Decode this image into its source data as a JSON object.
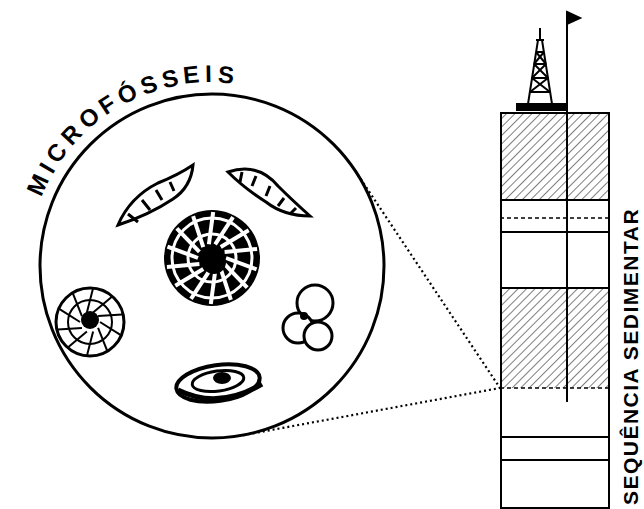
{
  "diagram": {
    "nodes": [
      {
        "text": [
          "MICROFÓSSEIS"
        ]
      },
      {
        "text": [
          "SEQUÊNCIA SEDIMENTAR"
        ]
      }
    ],
    "edges": [
      {
        "from": 0,
        "to": 1,
        "arrow": "none"
      }
    ]
  }
}
